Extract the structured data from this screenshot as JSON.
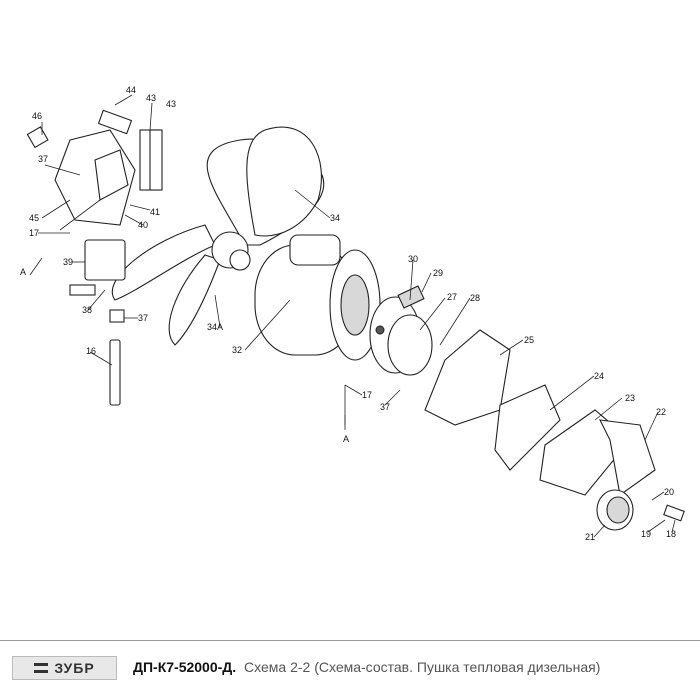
{
  "diagram": {
    "labels": [
      "46",
      "44",
      "43",
      "43",
      "37",
      "45",
      "41",
      "40",
      "17",
      "A",
      "39",
      "38",
      "37",
      "16",
      "34",
      "34A",
      "32",
      "30",
      "29",
      "27",
      "28",
      "17",
      "37",
      "A",
      "25",
      "24",
      "23",
      "22",
      "20",
      "19",
      "18",
      "21"
    ]
  },
  "footer": {
    "logo_text": "ЗУБР",
    "model_code": "ДП-К7-52000-Д.",
    "description": "Схема 2-2 (Схема-состав. Пушка тепловая дизельная)"
  }
}
